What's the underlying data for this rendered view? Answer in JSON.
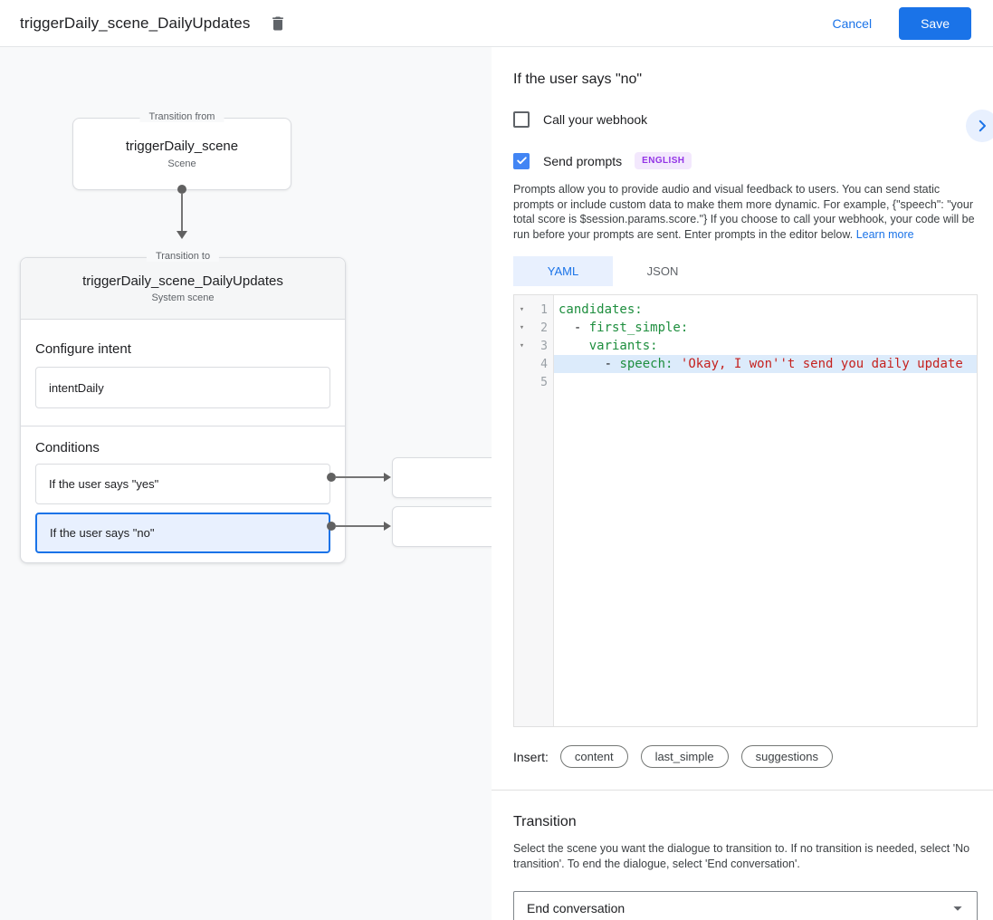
{
  "header": {
    "title": "triggerDaily_scene_DailyUpdates",
    "cancel_label": "Cancel",
    "save_label": "Save"
  },
  "canvas": {
    "from_card": {
      "legend": "Transition from",
      "title": "triggerDaily_scene",
      "subtitle": "Scene"
    },
    "to_card": {
      "legend": "Transition to",
      "title": "triggerDaily_scene_DailyUpdates",
      "subtitle": "System scene",
      "intent_label": "Configure intent",
      "intent_value": "intentDaily",
      "conditions_label": "Conditions",
      "conditions": [
        {
          "label": "If the user says \"yes\"",
          "selected": false
        },
        {
          "label": "If the user says \"no\"",
          "selected": true
        }
      ]
    }
  },
  "panel": {
    "title": "If the user says \"no\"",
    "webhook": {
      "label": "Call your webhook",
      "checked": false
    },
    "prompts": {
      "label": "Send prompts",
      "checked": true,
      "language_badge": "ENGLISH"
    },
    "description": "Prompts allow you to provide audio and visual feedback to users. You can send static prompts or include custom data to make them more dynamic. For example, {\"speech\": \"your total score is $session.params.score.\"} If you choose to call your webhook, your code will be run before your prompts are sent. Enter prompts in the editor below.",
    "learn_more_label": "Learn more",
    "tabs": [
      {
        "label": "YAML",
        "active": true
      },
      {
        "label": "JSON",
        "active": false
      }
    ],
    "editor": {
      "lines": [
        {
          "num": "1",
          "fold": "▾",
          "segments": {
            "s0": "candidates:"
          }
        },
        {
          "num": "2",
          "fold": "▾",
          "segments": {
            "s0": "  - ",
            "s1": "first_simple:"
          }
        },
        {
          "num": "3",
          "fold": "▾",
          "segments": {
            "s0": "    ",
            "s1": "variants:"
          }
        },
        {
          "num": "4",
          "fold": "",
          "segments": {
            "s0": "      - ",
            "s1": "speech:",
            "s2": " ",
            "s3": "'Okay, I won''t send you daily update"
          }
        },
        {
          "num": "5",
          "fold": "",
          "segments": {}
        }
      ]
    },
    "insert_label": "Insert:",
    "insert_chips": [
      {
        "label": "content"
      },
      {
        "label": "last_simple"
      },
      {
        "label": "suggestions"
      }
    ],
    "transition": {
      "title": "Transition",
      "description": "Select the scene you want the dialogue to transition to. If no transition is needed, select 'No transition'. To end the dialogue, select 'End conversation'.",
      "select_value": "End conversation"
    }
  },
  "icons": {
    "trash": "trash-icon",
    "expand": "chevron-right-icon",
    "dropdown": "caret-down-icon",
    "checkmark": "check-icon",
    "fold_glyph": "▾"
  },
  "colors": {
    "accent_blue": "#1a73e8",
    "checkbox_blue": "#4285f4",
    "selected_condition_bg": "#e8f0fe",
    "badge_purple_text": "#9334e6",
    "badge_purple_bg": "#f3e8fd",
    "code_key_green": "#1e8e3e",
    "code_string_red": "#c5221f",
    "code_line_highlight": "#dcebfb",
    "canvas_bg": "#f8f9fa"
  }
}
